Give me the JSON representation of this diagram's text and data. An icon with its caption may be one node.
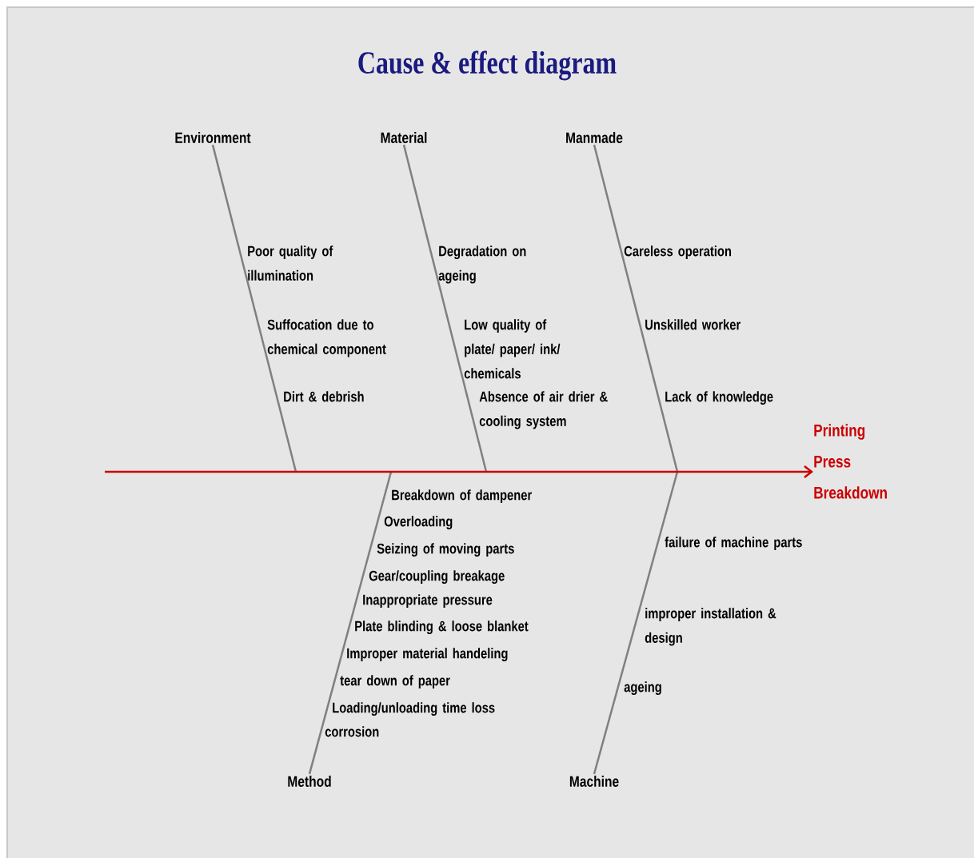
{
  "diagram": {
    "title": "Cause & effect diagram",
    "nodes": [
      {
        "text": [
          "Environment"
        ]
      },
      {
        "text": [
          "Material"
        ]
      },
      {
        "text": [
          "Manmade"
        ]
      },
      {
        "text": [
          "Printing Press Breakdown"
        ]
      },
      {
        "text": [
          "Method"
        ]
      },
      {
        "text": [
          "Machine"
        ]
      }
    ],
    "edges": [
      {
        "from": 0,
        "to": null,
        "arrow": "none"
      },
      {
        "from": 1,
        "to": null,
        "arrow": "none"
      },
      {
        "from": 2,
        "to": null,
        "arrow": "none"
      },
      {
        "from": 4,
        "to": null,
        "arrow": "none"
      },
      {
        "from": 5,
        "to": null,
        "arrow": "none"
      },
      {
        "from": null,
        "to": 3,
        "arrow": "to",
        "color": "#cc0000"
      }
    ],
    "labels": [
      "Poor quality of illumination",
      "Degradation on ageing",
      "Careless operation",
      "Suffocation due to chemical component",
      "Low quality of plate/ paper/ ink/ chemicals",
      "Unskilled worker",
      "Dirt & debrish",
      "Absence of air drier & cooling system",
      "Lack of knowledge",
      "Breakdown of dampener",
      "Overloading",
      "Seizing of moving parts",
      "failure of machine parts",
      "Gear/coupling breakage",
      "Inappropriate pressure",
      "improper installation & design",
      "Plate blinding & loose blanket",
      "Improper material handeling",
      "tear down of paper",
      "ageing",
      "Loading/unloading time loss",
      "corrosion"
    ]
  }
}
